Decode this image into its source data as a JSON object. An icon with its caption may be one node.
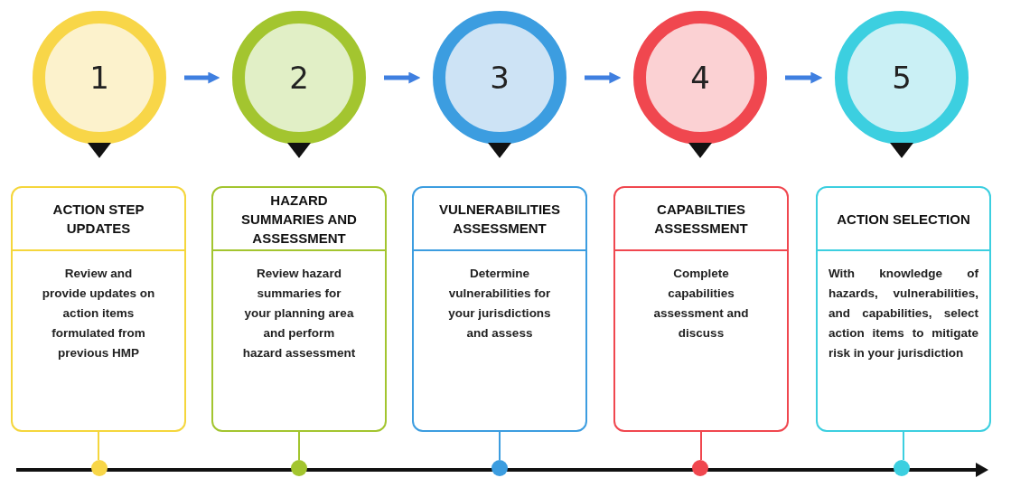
{
  "diagram": {
    "nodes": [
      {
        "text": [
          "1"
        ]
      },
      {
        "text": [
          "2"
        ]
      },
      {
        "text": [
          "3"
        ]
      },
      {
        "text": [
          "4"
        ]
      },
      {
        "text": [
          "5"
        ]
      },
      {
        "text": [
          "ACTION STEP UPDATES",
          "Review and provide updates on action items formulated from previous HMP"
        ]
      },
      {
        "text": [
          "HAZARD SUMMARIES AND ASSESSMENT",
          "Review hazard summaries for your planning area and perform hazard assessment"
        ]
      },
      {
        "text": [
          "VULNERABILITIES ASSESSMENT",
          "Determine vulnerabilities for your jurisdictions and assess"
        ]
      },
      {
        "text": [
          "CAPABILTIES ASSESSMENT",
          "Complete capabilities assessment and discuss"
        ]
      },
      {
        "text": [
          "ACTION SELECTION",
          "With knowledge of hazards, vulnerabilities, and capabilities, select action items to mitigate risk in your jurisdiction"
        ]
      },
      {
        "text": [],
        "shape": "circle"
      },
      {
        "text": [],
        "shape": "circle"
      },
      {
        "text": [],
        "shape": "circle"
      },
      {
        "text": [],
        "shape": "circle"
      },
      {
        "text": [],
        "shape": "circle"
      }
    ],
    "edges": [
      {
        "from": 0,
        "to": 1,
        "arrow": "to",
        "style": "thick"
      },
      {
        "from": 1,
        "to": 2,
        "arrow": "to",
        "style": "thick"
      },
      {
        "from": 2,
        "to": 3,
        "arrow": "to",
        "style": "thick"
      },
      {
        "from": 3,
        "to": 4,
        "arrow": "to",
        "style": "thick"
      },
      {
        "from": 5,
        "to": 10,
        "arrow": "none",
        "color": "#f5d63c"
      },
      {
        "from": 6,
        "to": 11,
        "arrow": "none",
        "color": "#a3c52f"
      },
      {
        "from": 7,
        "to": 12,
        "arrow": "none",
        "color": "#3c9de0"
      },
      {
        "from": 8,
        "to": 13,
        "arrow": "none",
        "color": "#f0474f"
      },
      {
        "from": 9,
        "to": 14,
        "arrow": "none",
        "color": "#3ccfe0"
      }
    ]
  }
}
